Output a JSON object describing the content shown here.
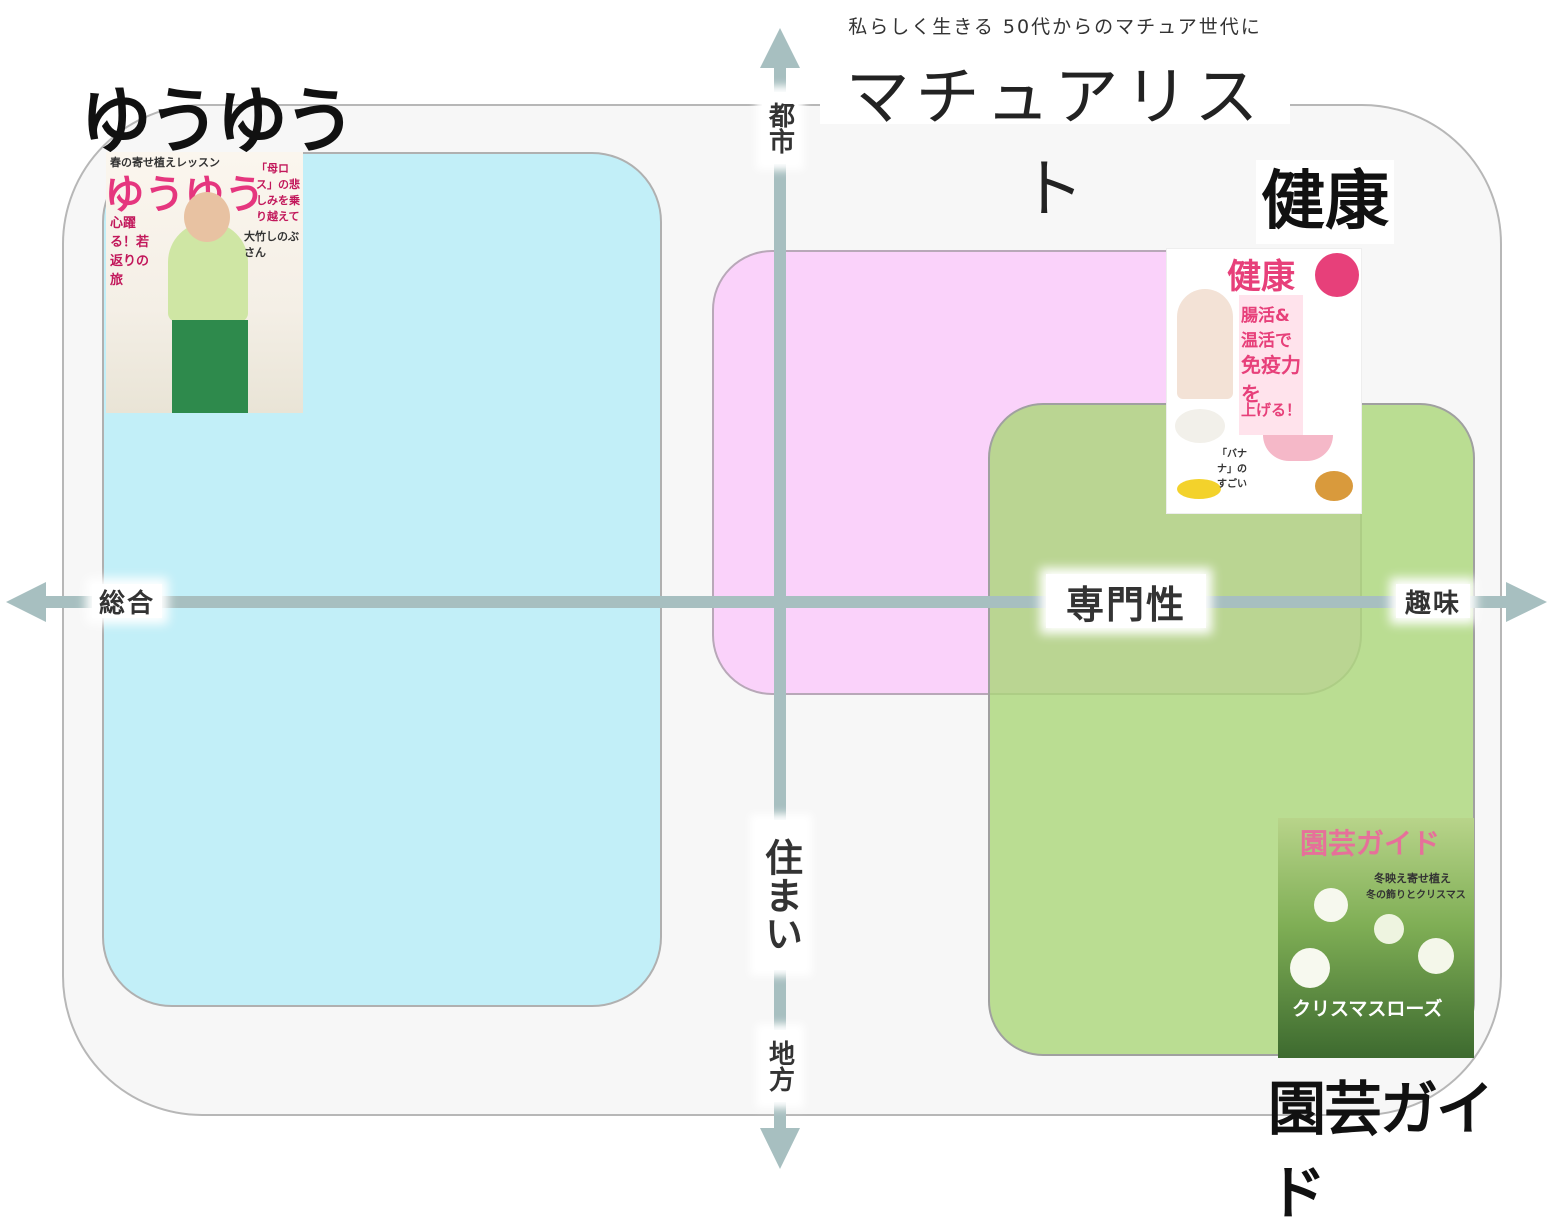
{
  "axes": {
    "top": "都市",
    "bottom": "地方",
    "left": "総合",
    "right": "趣味",
    "center_horizontal": "専門性",
    "center_vertical": "住まい"
  },
  "brands": {
    "yuyu": {
      "logo": "ゆうゆう",
      "cover_masthead": "ゆうゆう",
      "cover_lines": [
        "春の寄せ植えレッスン",
        "「母ロス」の悲しみを乗り越えて",
        "大竹しのぶさん",
        "心躍る！若返りの旅"
      ]
    },
    "maturalist": {
      "tagline": "私らしく生きる 50代からのマチュア世代に",
      "logo": "マチュアリスト"
    },
    "kenko": {
      "logo": "健康",
      "cover_masthead": "健康",
      "cover_lines": [
        "腸活&温活で",
        "免疫力を",
        "上げる！",
        "「バナナ」のすごい"
      ]
    },
    "engei": {
      "logo": "園芸ガイド",
      "cover_masthead": "園芸ガイド",
      "cover_lines": [
        "冬映え寄せ植え",
        "冬の飾りとクリスマス",
        "クリスマスローズ"
      ]
    }
  },
  "colors": {
    "axis": "#a7bfc0",
    "region_general": "#c2eff8",
    "region_urban": "#facdfa",
    "region_hobby": "#aad678",
    "outer": "#f7f7f7"
  }
}
